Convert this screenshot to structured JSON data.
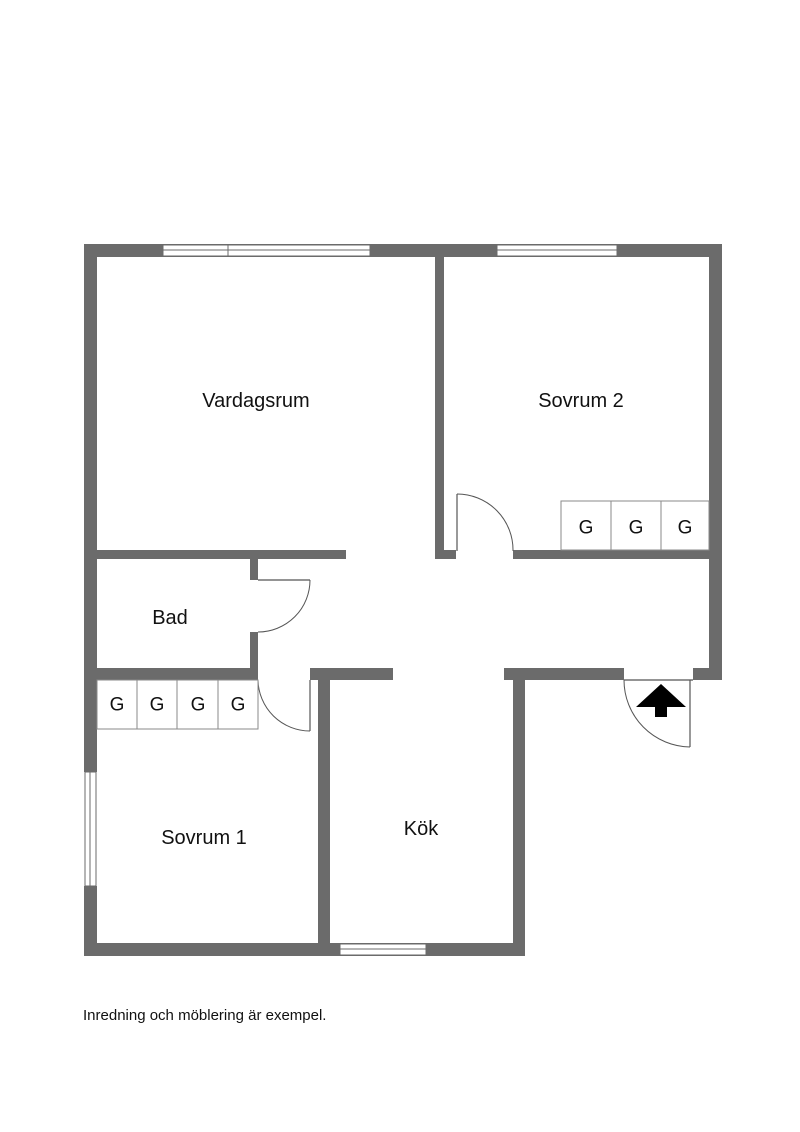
{
  "rooms": {
    "living_room": "Vardagsrum",
    "bedroom_2": "Sovrum 2",
    "bathroom": "Bad",
    "bedroom_1": "Sovrum 1",
    "kitchen": "Kök"
  },
  "wardrobe_label": "G",
  "footnote": "Inredning och möblering är exempel.",
  "icons": {
    "entrance": "entrance-arrow-icon"
  },
  "colors": {
    "wall": "#6b6b6b",
    "background": "#ffffff"
  }
}
